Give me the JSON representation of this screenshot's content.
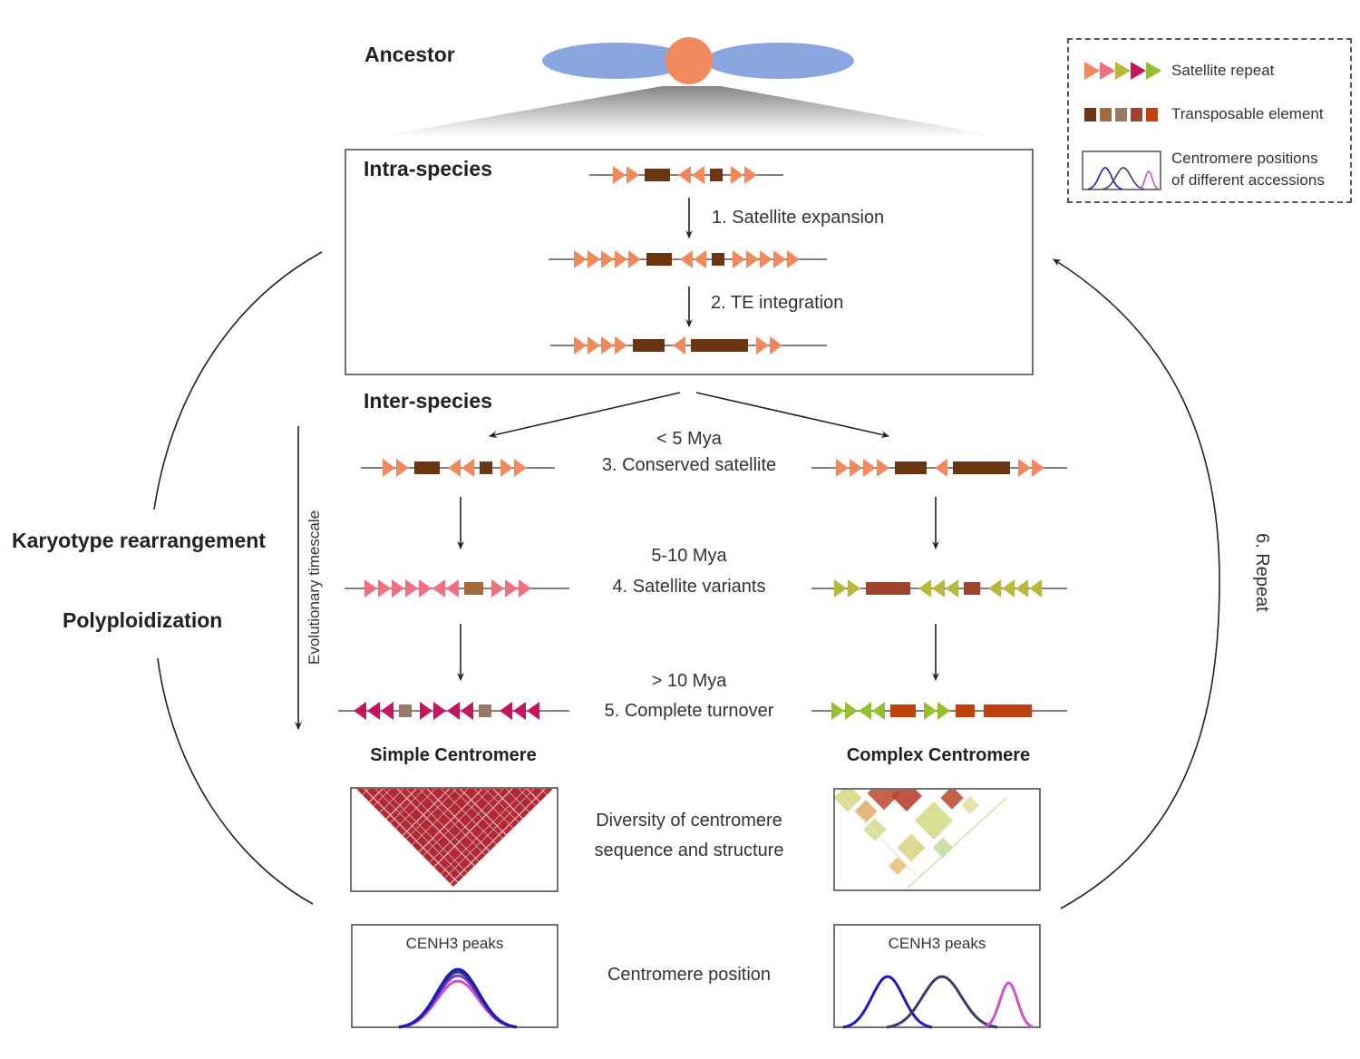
{
  "diagram": {
    "ancestor_label": "Ancestor",
    "intra_species_label": "Intra-species",
    "inter_species_label": "Inter-species",
    "steps": {
      "s1": "1. Satellite expansion",
      "s2": "2. TE integration",
      "s3_time": "< 5 Mya",
      "s3": "3. Conserved satellite",
      "s4_time": "5-10 Mya",
      "s4": "4. Satellite variants",
      "s5_time": "> 10 Mya",
      "s5": "5. Complete turnover",
      "s6": "6. Repeat"
    },
    "left_labels": {
      "karyotype": "Karyotype rearrangement",
      "polyploid": "Polyploidization",
      "timescale": "Evolutionary timescale"
    },
    "columns": {
      "simple": "Simple Centromere",
      "complex": "Complex Centromere"
    },
    "middle_labels": {
      "diversity_line1": "Diversity of centromere",
      "diversity_line2": "sequence and structure",
      "position": "Centromere position"
    },
    "cenh3_label": "CENH3 peaks"
  },
  "legend": {
    "satellite": "Satellite repeat",
    "te": "Transposable element",
    "centromere_line1": "Centromere positions",
    "centromere_line2": "of different accessions"
  },
  "colors": {
    "sat_orange": "#f08a5d",
    "sat_pink": "#f06f80",
    "sat_olive": "#b8b83a",
    "sat_crimson": "#c2185b",
    "sat_green": "#93c02c",
    "te_dark": "#6b3512",
    "te_tan": "#a56a3e",
    "te_gray": "#9a7a66",
    "te_rust": "#a0452c",
    "te_red": "#c0430f",
    "chrom_arm": "#8aa6df",
    "centromere": "#f08a5d",
    "peak_blue": "#1a1ab8",
    "peak_navy": "#3a3a70",
    "peak_magenta": "#d050d0"
  },
  "sequences": [
    {
      "id": "intra-1",
      "tokens": [
        "R:o",
        "R:o",
        "B:dark:2",
        "L:o",
        "L:o",
        "B:dark:1",
        "R:o",
        "R:o"
      ]
    },
    {
      "id": "intra-2",
      "tokens": [
        "R:o",
        "R:o",
        "R:o",
        "R:o",
        "R:o",
        "B:dark:2",
        "L:o",
        "L:o",
        "B:dark:1",
        "R:o",
        "R:o",
        "R:o",
        "R:o",
        "R:o"
      ]
    },
    {
      "id": "intra-3",
      "tokens": [
        "R:o",
        "R:o",
        "R:o",
        "R:o",
        "B:dark:2.5",
        "L:o",
        "B:dark:4.5",
        "R:o",
        "R:o"
      ]
    },
    {
      "id": "simple-3",
      "tokens": [
        "R:o",
        "R:o",
        "B:dark:2",
        "L:o",
        "L:o",
        "B:dark:1",
        "R:o",
        "R:o"
      ]
    },
    {
      "id": "complex-3",
      "tokens": [
        "R:o",
        "R:o",
        "R:o",
        "R:o",
        "B:dark:2.5",
        "L:o",
        "B:dark:4.5",
        "R:o",
        "R:o"
      ]
    },
    {
      "id": "simple-4",
      "tokens": [
        "R:p",
        "R:p",
        "R:p",
        "R:p",
        "R:p",
        "L:p",
        "L:p",
        "B:tan:1.5",
        "R:p",
        "R:p",
        "R:p"
      ]
    },
    {
      "id": "complex-4",
      "tokens": [
        "R:y",
        "R:y",
        "B:rust:3.5",
        "L:y",
        "L:y",
        "L:y",
        "B:rust:1.3",
        "L:y",
        "L:y",
        "L:y",
        "L:y"
      ]
    },
    {
      "id": "simple-5",
      "tokens": [
        "L:c",
        "L:c",
        "L:c",
        "B:gray:1",
        "R:c",
        "R:c",
        "L:c",
        "L:c",
        "B:gray:1",
        "L:c",
        "L:c",
        "L:c"
      ]
    },
    {
      "id": "complex-5",
      "tokens": [
        "R:g",
        "R:g",
        "L:g",
        "L:g",
        "B:red:2",
        "R:g",
        "R:g",
        "B:red:1.5",
        "B:red:3.8"
      ]
    }
  ]
}
